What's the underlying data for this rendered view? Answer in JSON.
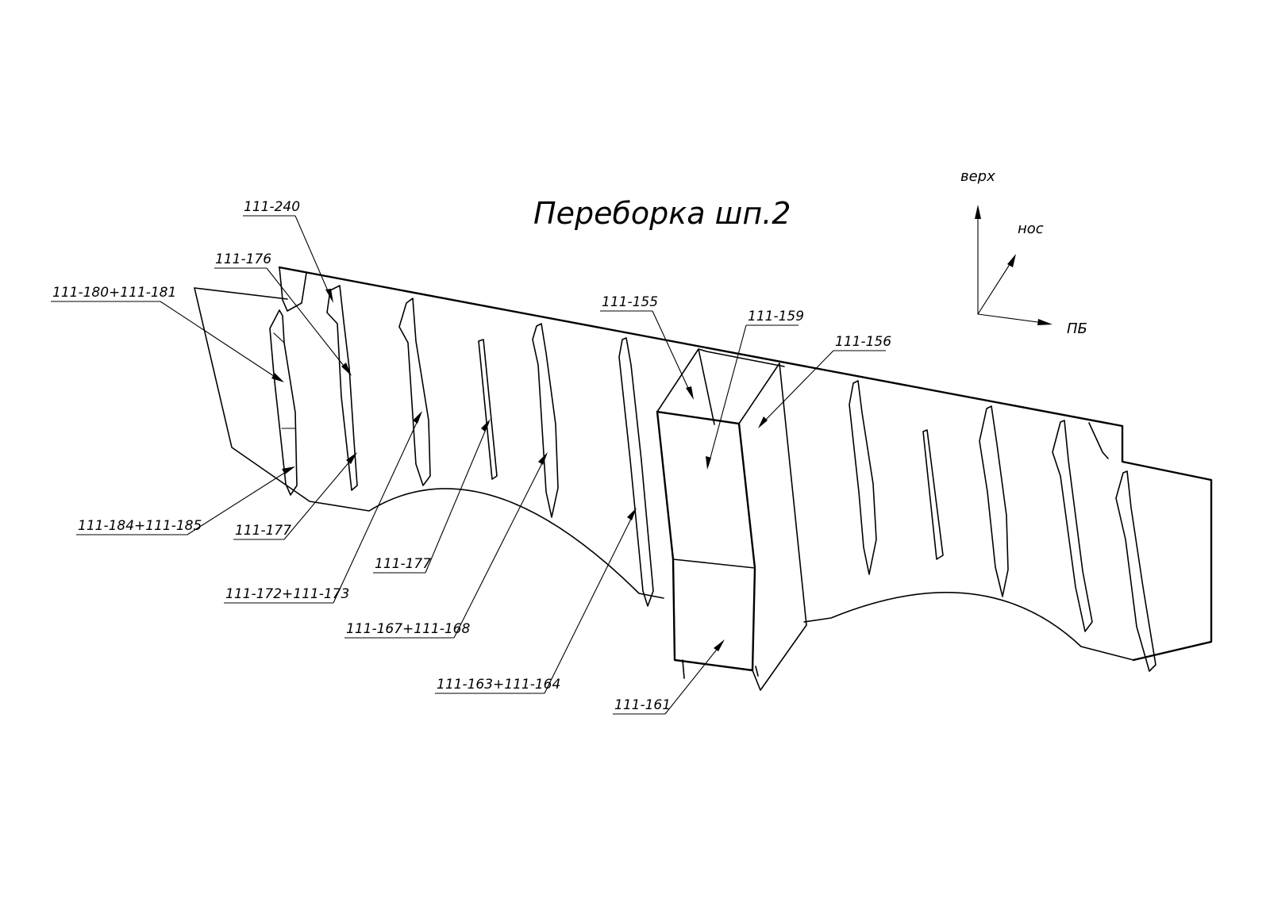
{
  "title": "Переборка шп.2",
  "axes": {
    "up": "верх",
    "forward": "нос",
    "side": "ПБ"
  },
  "callouts": [
    {
      "id": "c240",
      "text": "111-240"
    },
    {
      "id": "c176",
      "text": "111-176"
    },
    {
      "id": "c180",
      "text": "111-180+111-181"
    },
    {
      "id": "c184",
      "text": "111-184+111-185"
    },
    {
      "id": "c177a",
      "text": "111-177"
    },
    {
      "id": "c177b",
      "text": "111-177"
    },
    {
      "id": "c172",
      "text": "111-172+111-173"
    },
    {
      "id": "c167",
      "text": "111-167+111-168"
    },
    {
      "id": "c163",
      "text": "111-163+111-164"
    },
    {
      "id": "c155",
      "text": "111-155"
    },
    {
      "id": "c159",
      "text": "111-159"
    },
    {
      "id": "c156",
      "text": "111-156"
    },
    {
      "id": "c161",
      "text": "111-161"
    }
  ]
}
